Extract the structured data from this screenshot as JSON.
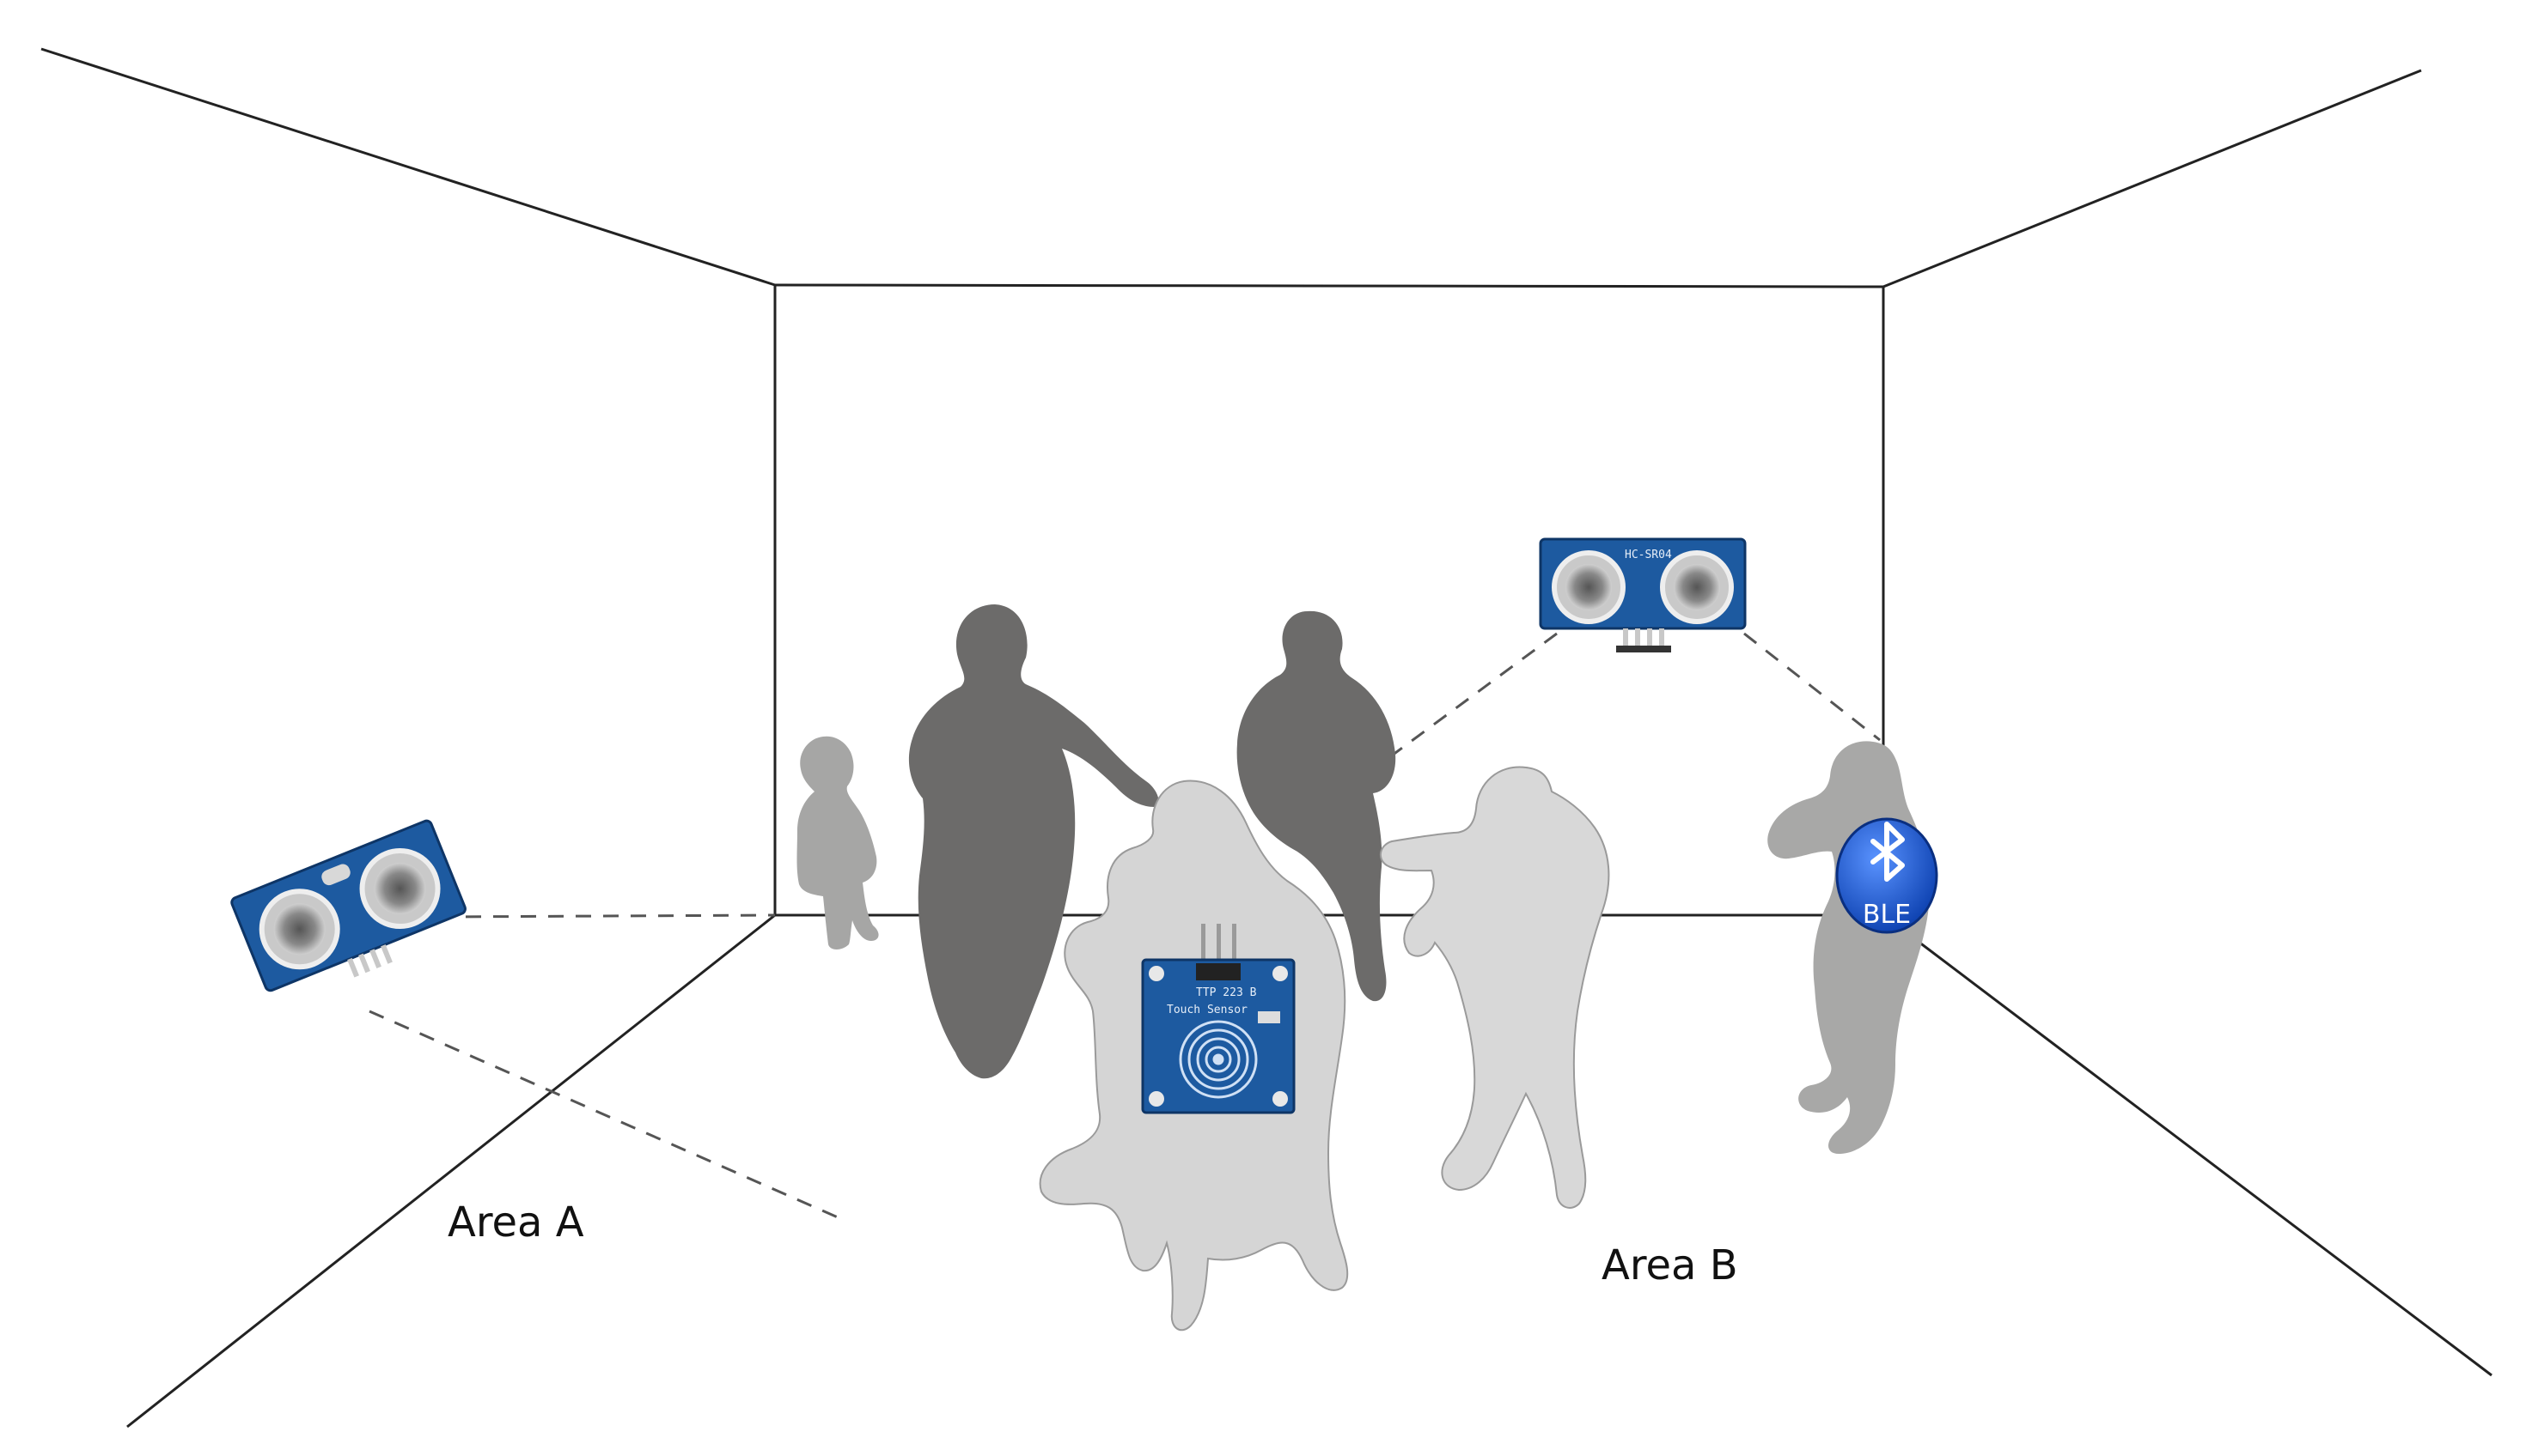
{
  "areas": {
    "a": "Area A",
    "b": "Area B"
  },
  "sensors": {
    "ultrasonic_chip_label": "HC-SR04",
    "touch_chip_label": "TTP 223 B",
    "touch_sensor_label": "Touch Sensor",
    "ble_badge": "BLE"
  },
  "icons": {
    "ble": "bluetooth-icon",
    "ultrasonic": "ultrasonic-sensor-icon",
    "touch": "touch-sensor-icon"
  },
  "colors": {
    "line": "#222222",
    "dashed": "#555555",
    "silhouette_dark": "#6b6a69",
    "silhouette_mid": "#a9a9a9",
    "silhouette_light": "#d6d6d6",
    "pcb_blue": "#1d5aa0",
    "ble_blue": "#1a56c8"
  }
}
